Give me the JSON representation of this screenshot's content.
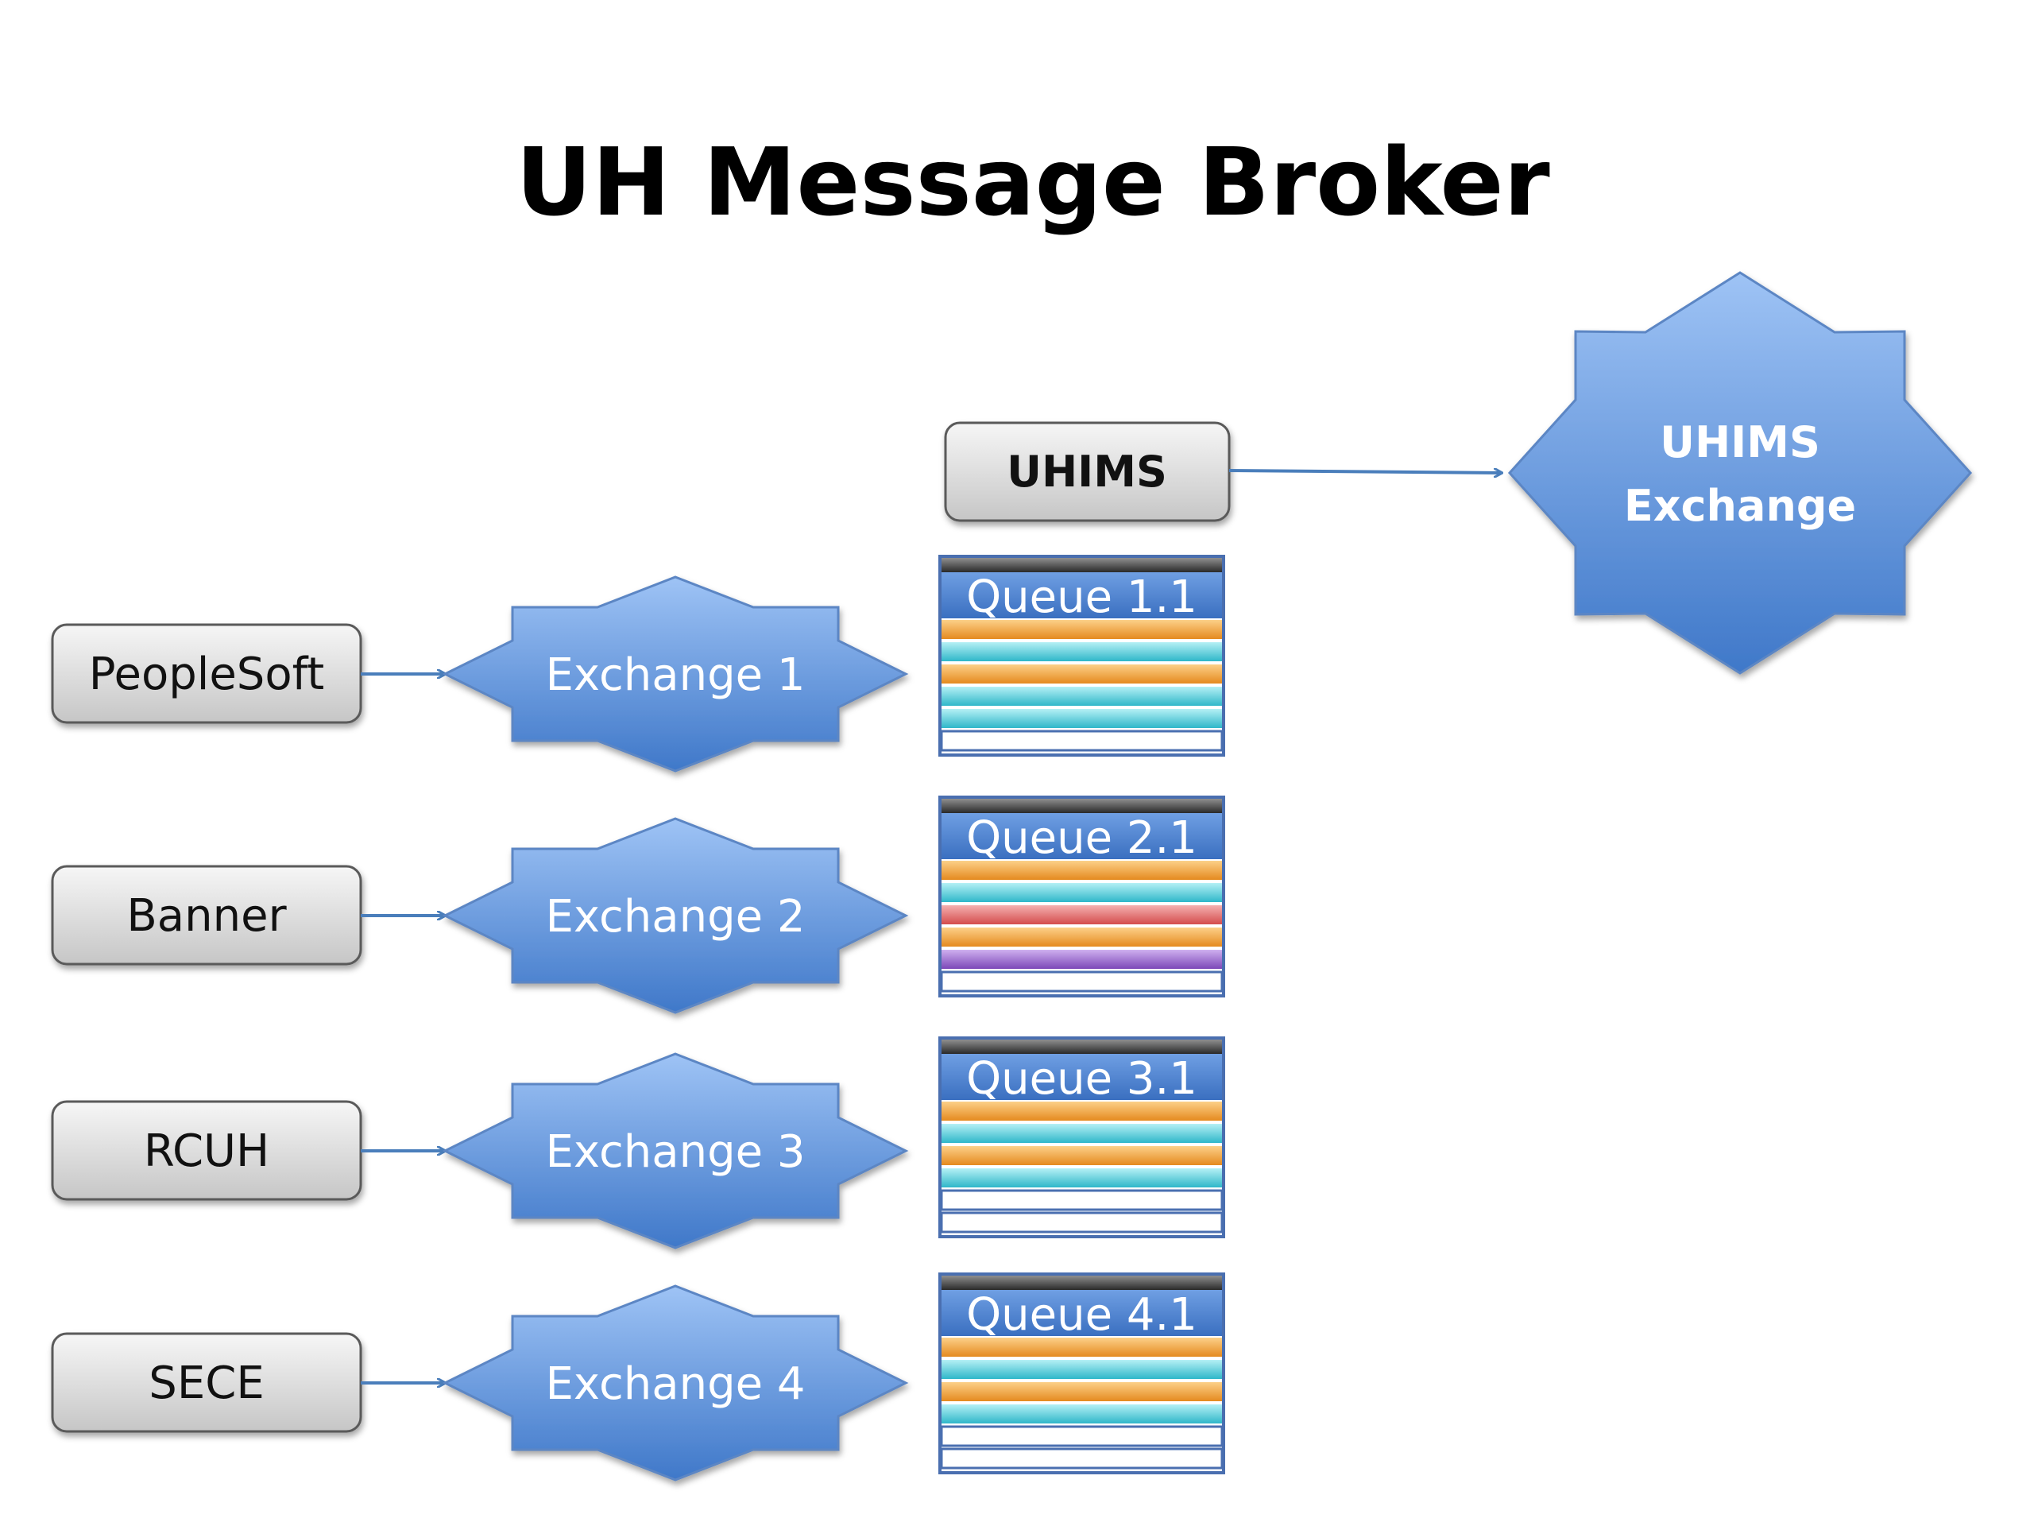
{
  "title": "UH Message Broker",
  "colors": {
    "exchange_top": "#9ec3f5",
    "exchange_bottom": "#3f78c9",
    "exchange_stroke": "#5b86c4",
    "box_top": "#f4f4f4",
    "box_bottom": "#c9c9c9",
    "arrow": "#4a7ebb",
    "queue_header": "#3f78c9",
    "queue_frame": "#4a6fb0",
    "msg_orange": "#f4a742",
    "msg_cyan": "#5ad0de",
    "msg_red": "#e56a6a",
    "msg_purple": "#9b6ac9",
    "msg_empty": "#ffffff"
  },
  "uhims": {
    "label": "UHIMS",
    "exchange_label_line1": "UHIMS",
    "exchange_label_line2": "Exchange"
  },
  "rows": [
    {
      "system": "PeopleSoft",
      "exchange": "Exchange 1",
      "queue": "Queue 1.1",
      "messages": [
        "orange",
        "cyan",
        "orange",
        "cyan",
        "cyan",
        "empty"
      ]
    },
    {
      "system": "Banner",
      "exchange": "Exchange 2",
      "queue": "Queue 2.1",
      "messages": [
        "orange",
        "cyan",
        "red",
        "orange",
        "purple",
        "empty"
      ]
    },
    {
      "system": "RCUH",
      "exchange": "Exchange 3",
      "queue": "Queue 3.1",
      "messages": [
        "orange",
        "cyan",
        "orange",
        "cyan",
        "empty",
        "empty"
      ]
    },
    {
      "system": "SECE",
      "exchange": "Exchange 4",
      "queue": "Queue 4.1",
      "messages": [
        "orange",
        "cyan",
        "orange",
        "cyan",
        "empty",
        "empty"
      ]
    }
  ]
}
